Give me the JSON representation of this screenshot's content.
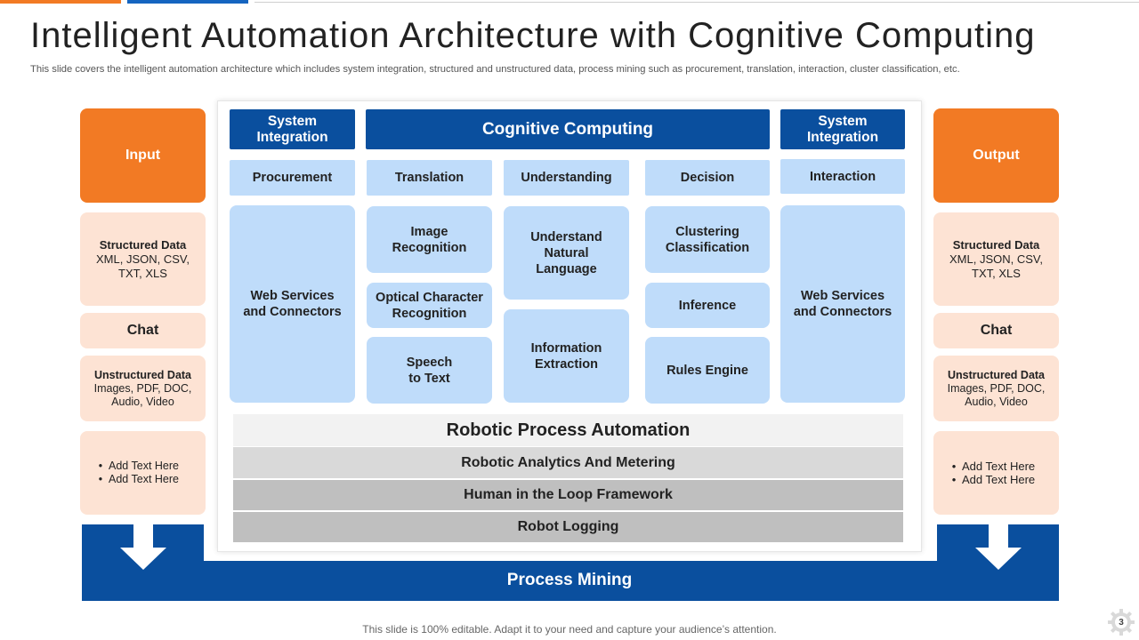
{
  "header": {
    "title": "Intelligent Automation Architecture with Cognitive Computing",
    "subtitle": "This slide covers the intelligent automation architecture which includes system integration, structured and unstructured data, process mining such as procurement, translation, interaction, cluster classification, etc."
  },
  "left": {
    "heading": "Input",
    "structured": {
      "title": "Structured Data",
      "line1": "XML,  JSON, CSV,",
      "line2": "TXT,  XLS"
    },
    "chat": "Chat",
    "unstructured": {
      "title": "Unstructured  Data",
      "line1": "Images, PDF, DOC,",
      "line2": "Audio, Video"
    },
    "bullets": [
      "Add Text Here",
      "Add Text Here"
    ]
  },
  "right": {
    "heading": "Output",
    "structured": {
      "title": "Structured Data",
      "line1": "XML,  JSON, CSV,",
      "line2": "TXT,  XLS"
    },
    "chat": "Chat",
    "unstructured": {
      "title": "Unstructured  Data",
      "line1": "Images, PDF, DOC,",
      "line2": "Audio, Video"
    },
    "bullets": [
      "Add Text Here",
      "Add Text Here"
    ]
  },
  "center": {
    "system_integration_left": {
      "line1": "System",
      "line2": "Integration"
    },
    "cognitive_computing": "Cognitive Computing",
    "system_integration_right": {
      "line1": "System",
      "line2": "Integration"
    },
    "columns": {
      "procurement": "Procurement",
      "translation": "Translation",
      "understanding": "Understanding",
      "decision": "Decision",
      "interaction": "Interaction"
    },
    "web_services_left": {
      "line1": "Web Services",
      "line2": "and Connectors"
    },
    "image_recognition": {
      "line1": "Image",
      "line2": "Recognition"
    },
    "ocr": {
      "line1": "Optical Character",
      "line2": "Recognition"
    },
    "speech_to_text": {
      "line1": "Speech",
      "line2": "to Text"
    },
    "understand_natural_language": {
      "line1": "Understand",
      "line2": "Natural",
      "line3": "Language"
    },
    "information_extraction": {
      "line1": "Information",
      "line2": "Extraction"
    },
    "clustering_classification": {
      "line1": "Clustering",
      "line2": "Classification"
    },
    "inference": "Inference",
    "rules_engine": "Rules Engine",
    "web_services_right": {
      "line1": "Web Services",
      "line2": "and Connectors"
    },
    "bands": {
      "rpa": "Robotic Process Automation",
      "analytics": "Robotic Analytics And Metering",
      "hitl": "Human in the Loop Framework",
      "logging": "Robot Logging"
    }
  },
  "process_mining": "Process Mining",
  "footer": "This slide is 100% editable. Adapt it to your need and capture your audience’s attention.",
  "page_number": "3",
  "colors": {
    "orange": "#f27a24",
    "peach": "#fde3d4",
    "navy": "#0a4f9e",
    "light_blue": "#bfdcfa"
  }
}
